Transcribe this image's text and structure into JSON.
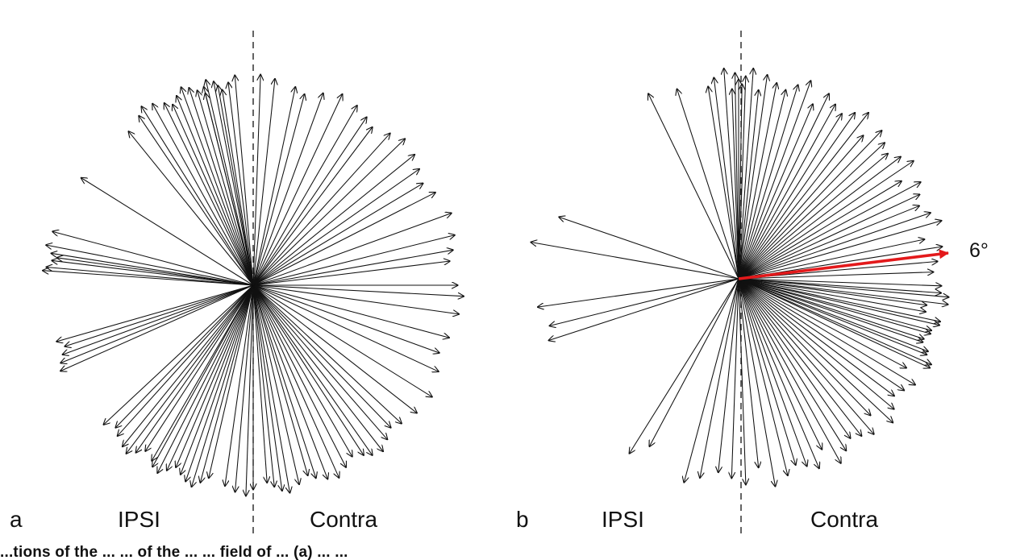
{
  "figure": {
    "panels": [
      {
        "id": "a",
        "label": "a",
        "left_label": "IPSI",
        "right_label": "Contra",
        "arrow_count": 82
      },
      {
        "id": "b",
        "label": "b",
        "left_label": "IPSI",
        "right_label": "Contra",
        "arrow_count": 88,
        "highlight_label": "6°",
        "highlight_color": "#e3191b"
      }
    ],
    "arrow_color": "#111111",
    "midline_style": "dashed",
    "caption_fragment": "...tions of the ... ... of the ... ... field of ... (a) ... ..."
  }
}
